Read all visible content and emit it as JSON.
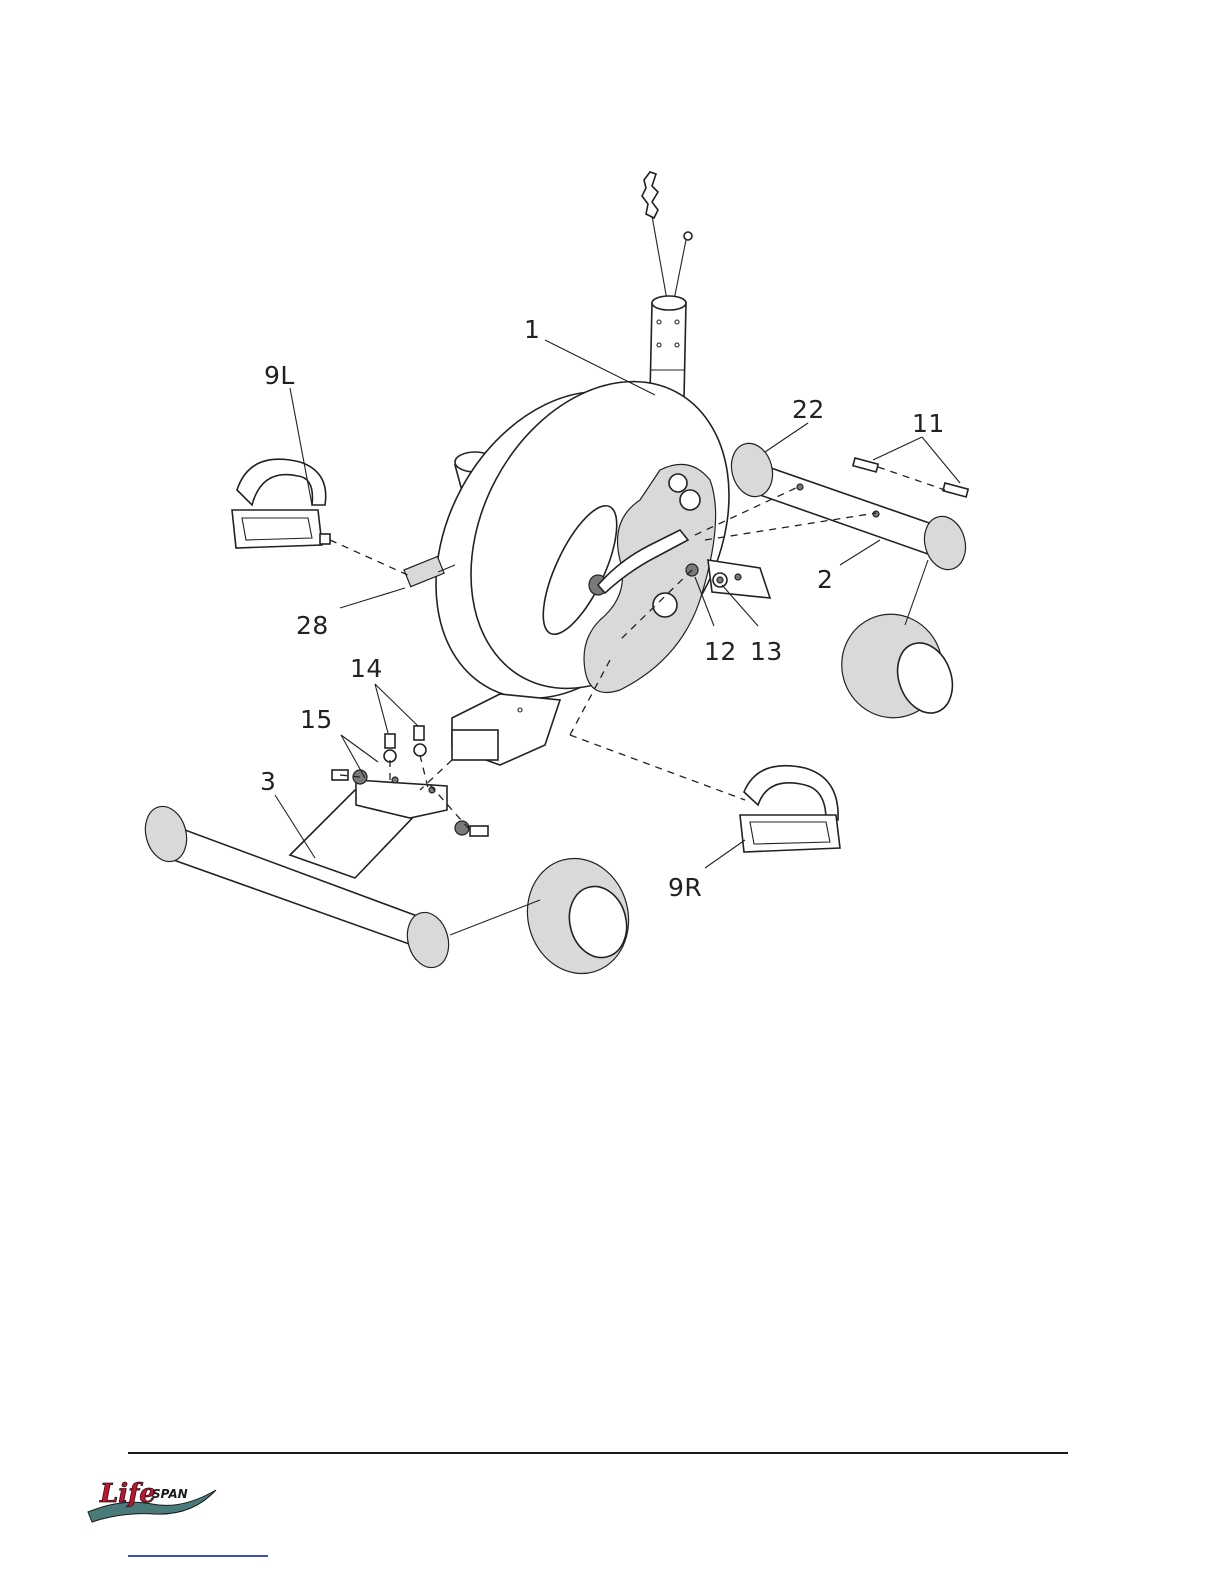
{
  "labels": {
    "p1": "1",
    "p2": "2",
    "p3": "3",
    "p9L": "9L",
    "p9R": "9R",
    "p11": "11",
    "p12": "12",
    "p13": "13",
    "p14": "14",
    "p15": "15",
    "p22": "22",
    "p28": "28"
  },
  "logo": {
    "text_main": "Life",
    "text_sub": "SPAN",
    "color_main": "#c8102e",
    "color_swoosh": "#4a7a7a"
  }
}
